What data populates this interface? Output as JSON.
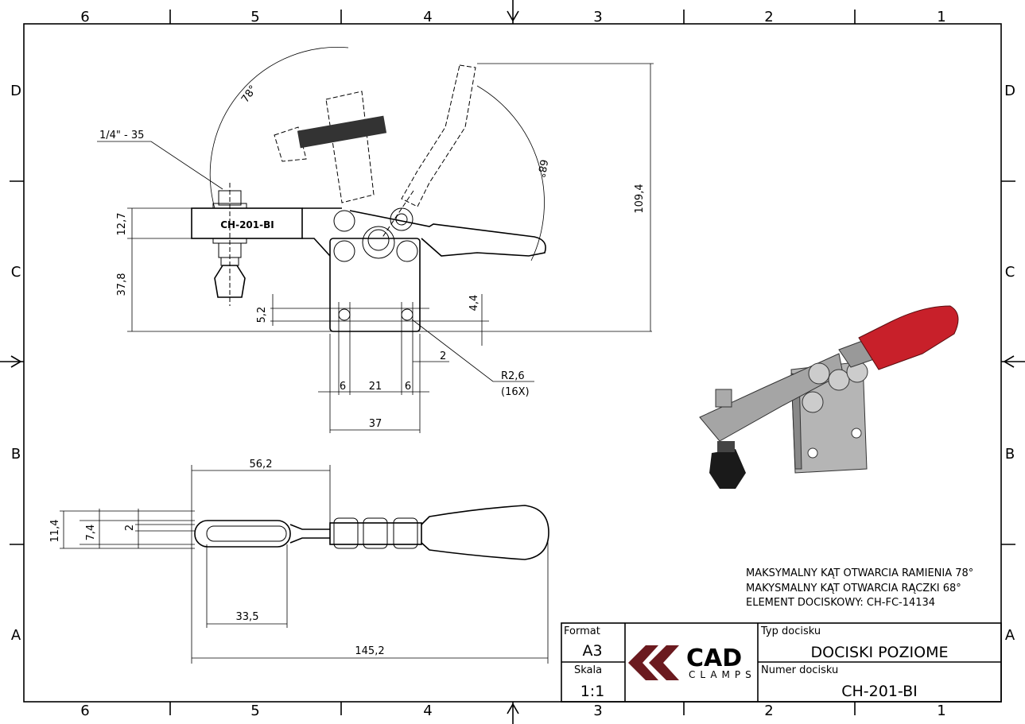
{
  "zones": {
    "columns": [
      "6",
      "5",
      "4",
      "3",
      "2",
      "1"
    ],
    "rows": [
      "D",
      "C",
      "B",
      "A"
    ]
  },
  "notes": [
    "MAKSYMALNY KĄT OTWARCIA RAMIENIA 78°",
    "MAKYSMALNY KĄT OTWARCIA RĄCZKI 68°",
    "ELEMENT DOCISKOWY: CH-FC-14134"
  ],
  "title_block": {
    "format_label": "Format",
    "format_value": "A3",
    "scale_label": "Skala",
    "scale_value": "1:1",
    "type_label": "Typ docisku",
    "type_value": "DOCISKI POZIOME",
    "number_label": "Numer docisku",
    "number_value": "CH-201-BI",
    "logo_main": "CAD",
    "logo_sub": "CLAMPS",
    "logo_color": "#6b1a1f"
  },
  "part_marking": "CH-201-BI",
  "dimensions": {
    "thread": "1/4\" - 35",
    "arm_angle": "78°",
    "handle_angle": "68°",
    "height_total": "109,4",
    "arm_height": "12,7",
    "spindle_height": "37,8",
    "hole_offset_v": "5,2",
    "hole_offset_v2": "4,4",
    "slot_w": "2",
    "radius": "R2,6",
    "radius_count": "(16X)",
    "hole_edge_l": "6",
    "hole_pitch": "21",
    "hole_edge_r": "6",
    "base_width": "37",
    "arm_reach": "56,2",
    "slot_length": "33,5",
    "overall_length": "145,2",
    "width_outer": "11,4",
    "width_inner": "7,4",
    "width_slot": "2"
  },
  "colors": {
    "handle_red": "#c8202a",
    "body_grey": "#9a9a9a"
  }
}
